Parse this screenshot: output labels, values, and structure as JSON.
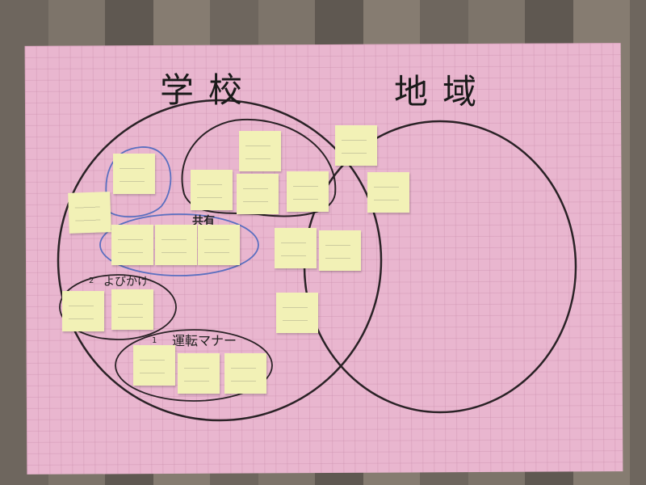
{
  "poster": {
    "title_left": "学校",
    "title_right": "地域",
    "groups": [
      {
        "label": "共有"
      },
      {
        "number": "2",
        "label": "よびかけ"
      },
      {
        "number": "1",
        "label": "運転マナー"
      }
    ]
  },
  "colors": {
    "paper": "#e9b6cf",
    "note": "#f2f1b6",
    "marker": "#222222",
    "blue_marker": "#5a6fc0"
  }
}
